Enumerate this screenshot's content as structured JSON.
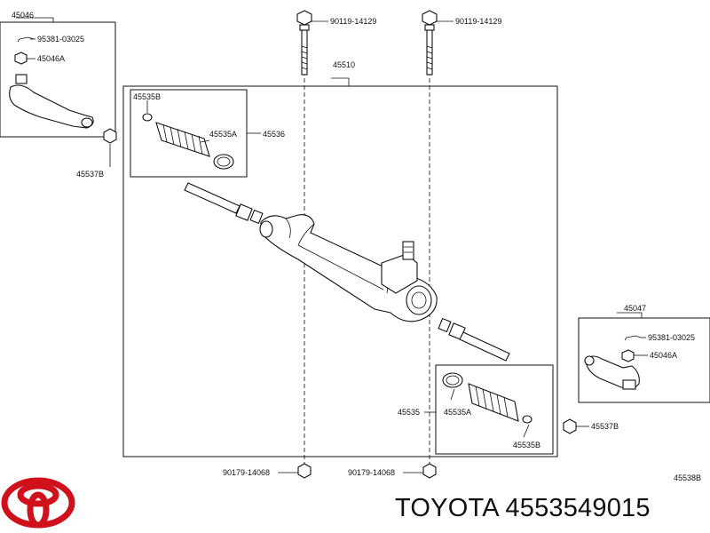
{
  "callouts": {
    "p45046": "45046",
    "p95381_left": "95381-03025",
    "p45046A_left": "45046A",
    "p45537B_left": "45537B",
    "p90119_a": "90119-14129",
    "p90119_b": "90119-14129",
    "p45510": "45510",
    "p45535B_top": "45535B",
    "p45535A_top": "45535A",
    "p45536": "45536",
    "p45047": "45047",
    "p95381_right": "95381-03025",
    "p45046A_right": "45046A",
    "p45537B_right": "45537B",
    "p45535": "45535",
    "p45535A_bottom": "45535A",
    "p45535B_bottom": "45535B",
    "p90179_a": "90179-14068",
    "p90179_b": "90179-14068",
    "diagram_code": "45538B"
  },
  "brand": {
    "caption": "TOYOTA 4553549015",
    "logo_color": "#d0111b"
  }
}
